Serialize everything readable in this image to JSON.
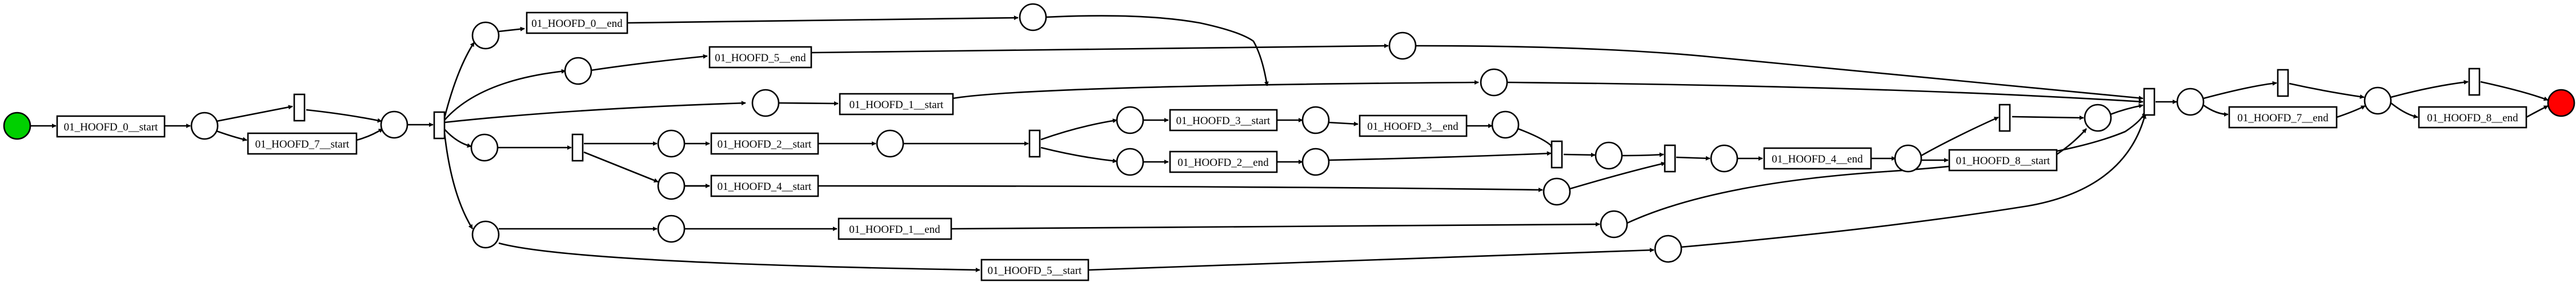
{
  "diagram": {
    "transitions": {
      "t_a0_start": "01_HOOFD_0__start",
      "t_a0_end": "01_HOOFD_0__end",
      "t_a5_end": "01_HOOFD_5__end",
      "t_a1_start": "01_HOOFD_1__start",
      "t_a2_start": "01_HOOFD_2__start",
      "t_a3_start": "01_HOOFD_3__start",
      "t_a3_end": "01_HOOFD_3__end",
      "t_a2_end": "01_HOOFD_2__end",
      "t_a4_end": "01_HOOFD_4__end",
      "t_a8_start": "01_HOOFD_8__start",
      "t_a4_start": "01_HOOFD_4__start",
      "t_a1_end": "01_HOOFD_1__end",
      "t_a5_start": "01_HOOFD_5__start",
      "t_a7_start": "01_HOOFD_7__start",
      "t_a7_end": "01_HOOFD_7__end",
      "t_a8_end": "01_HOOFD_8__end"
    }
  }
}
